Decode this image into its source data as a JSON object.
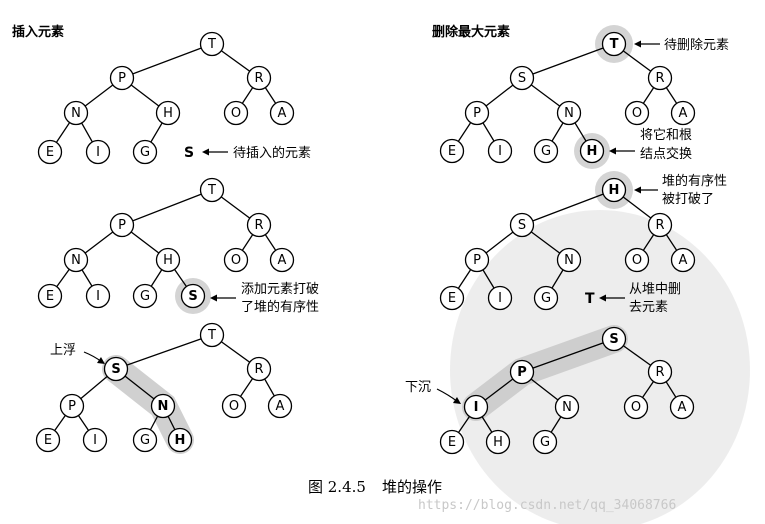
{
  "titles": {
    "insert": "插入元素",
    "delete_max": "删除最大元素"
  },
  "annotations": {
    "insert_pending": "待插入的元素",
    "broke_order_1": "添加元素打破",
    "broke_order_2": "了堆的有序性",
    "swim": "上浮",
    "pending_delete": "待删除元素",
    "swap_root_1": "将它和根",
    "swap_root_2": "结点交换",
    "heap_broken_1": "堆的有序性",
    "heap_broken_2": "被打破了",
    "remove_from_heap_1": "从堆中删",
    "remove_from_heap_2": "去元素",
    "sink": "下沉"
  },
  "free_letters": {
    "insert_S": "S",
    "removed_T": "T"
  },
  "caption": {
    "figure_no": "图 2.4.5",
    "title": "堆的操作"
  },
  "watermark": "https://blog.csdn.net/qq_34068766",
  "trees": {
    "t1": [
      {
        "id": "T",
        "label": "T"
      },
      {
        "id": "P",
        "label": "P"
      },
      {
        "id": "R",
        "label": "R"
      },
      {
        "id": "N",
        "label": "N"
      },
      {
        "id": "H",
        "label": "H"
      },
      {
        "id": "O",
        "label": "O"
      },
      {
        "id": "A",
        "label": "A"
      },
      {
        "id": "E",
        "label": "E"
      },
      {
        "id": "I",
        "label": "I"
      },
      {
        "id": "G",
        "label": "G"
      }
    ],
    "t2": [
      {
        "id": "T",
        "label": "T"
      },
      {
        "id": "P",
        "label": "P"
      },
      {
        "id": "R",
        "label": "R"
      },
      {
        "id": "N",
        "label": "N"
      },
      {
        "id": "H",
        "label": "H"
      },
      {
        "id": "O",
        "label": "O"
      },
      {
        "id": "A",
        "label": "A"
      },
      {
        "id": "E",
        "label": "E"
      },
      {
        "id": "I",
        "label": "I"
      },
      {
        "id": "G",
        "label": "G"
      },
      {
        "id": "S",
        "label": "S",
        "bold": true
      }
    ],
    "t3": [
      {
        "id": "T",
        "label": "T"
      },
      {
        "id": "S",
        "label": "S",
        "bold": true
      },
      {
        "id": "R",
        "label": "R"
      },
      {
        "id": "P",
        "label": "P"
      },
      {
        "id": "N",
        "label": "N",
        "bold": true
      },
      {
        "id": "O",
        "label": "O"
      },
      {
        "id": "A",
        "label": "A"
      },
      {
        "id": "E",
        "label": "E"
      },
      {
        "id": "I",
        "label": "I"
      },
      {
        "id": "G",
        "label": "G"
      },
      {
        "id": "H",
        "label": "H",
        "bold": true
      }
    ],
    "t4": [
      {
        "id": "T",
        "label": "T",
        "bold": true
      },
      {
        "id": "S",
        "label": "S"
      },
      {
        "id": "R",
        "label": "R"
      },
      {
        "id": "P",
        "label": "P"
      },
      {
        "id": "N",
        "label": "N"
      },
      {
        "id": "O",
        "label": "O"
      },
      {
        "id": "A",
        "label": "A"
      },
      {
        "id": "E",
        "label": "E"
      },
      {
        "id": "I",
        "label": "I"
      },
      {
        "id": "G",
        "label": "G"
      },
      {
        "id": "H",
        "label": "H",
        "bold": true
      }
    ],
    "t5": [
      {
        "id": "H",
        "label": "H",
        "bold": true
      },
      {
        "id": "S",
        "label": "S"
      },
      {
        "id": "R",
        "label": "R"
      },
      {
        "id": "P",
        "label": "P"
      },
      {
        "id": "N",
        "label": "N"
      },
      {
        "id": "O",
        "label": "O"
      },
      {
        "id": "A",
        "label": "A"
      },
      {
        "id": "E",
        "label": "E"
      },
      {
        "id": "I",
        "label": "I"
      },
      {
        "id": "G",
        "label": "G"
      }
    ],
    "t6": [
      {
        "id": "S",
        "label": "S",
        "bold": true
      },
      {
        "id": "P",
        "label": "P",
        "bold": true
      },
      {
        "id": "R",
        "label": "R"
      },
      {
        "id": "I",
        "label": "I",
        "bold": true
      },
      {
        "id": "N",
        "label": "N"
      },
      {
        "id": "O",
        "label": "O"
      },
      {
        "id": "A",
        "label": "A"
      },
      {
        "id": "E",
        "label": "E"
      },
      {
        "id": "H",
        "label": "H"
      },
      {
        "id": "G",
        "label": "G"
      }
    ]
  }
}
